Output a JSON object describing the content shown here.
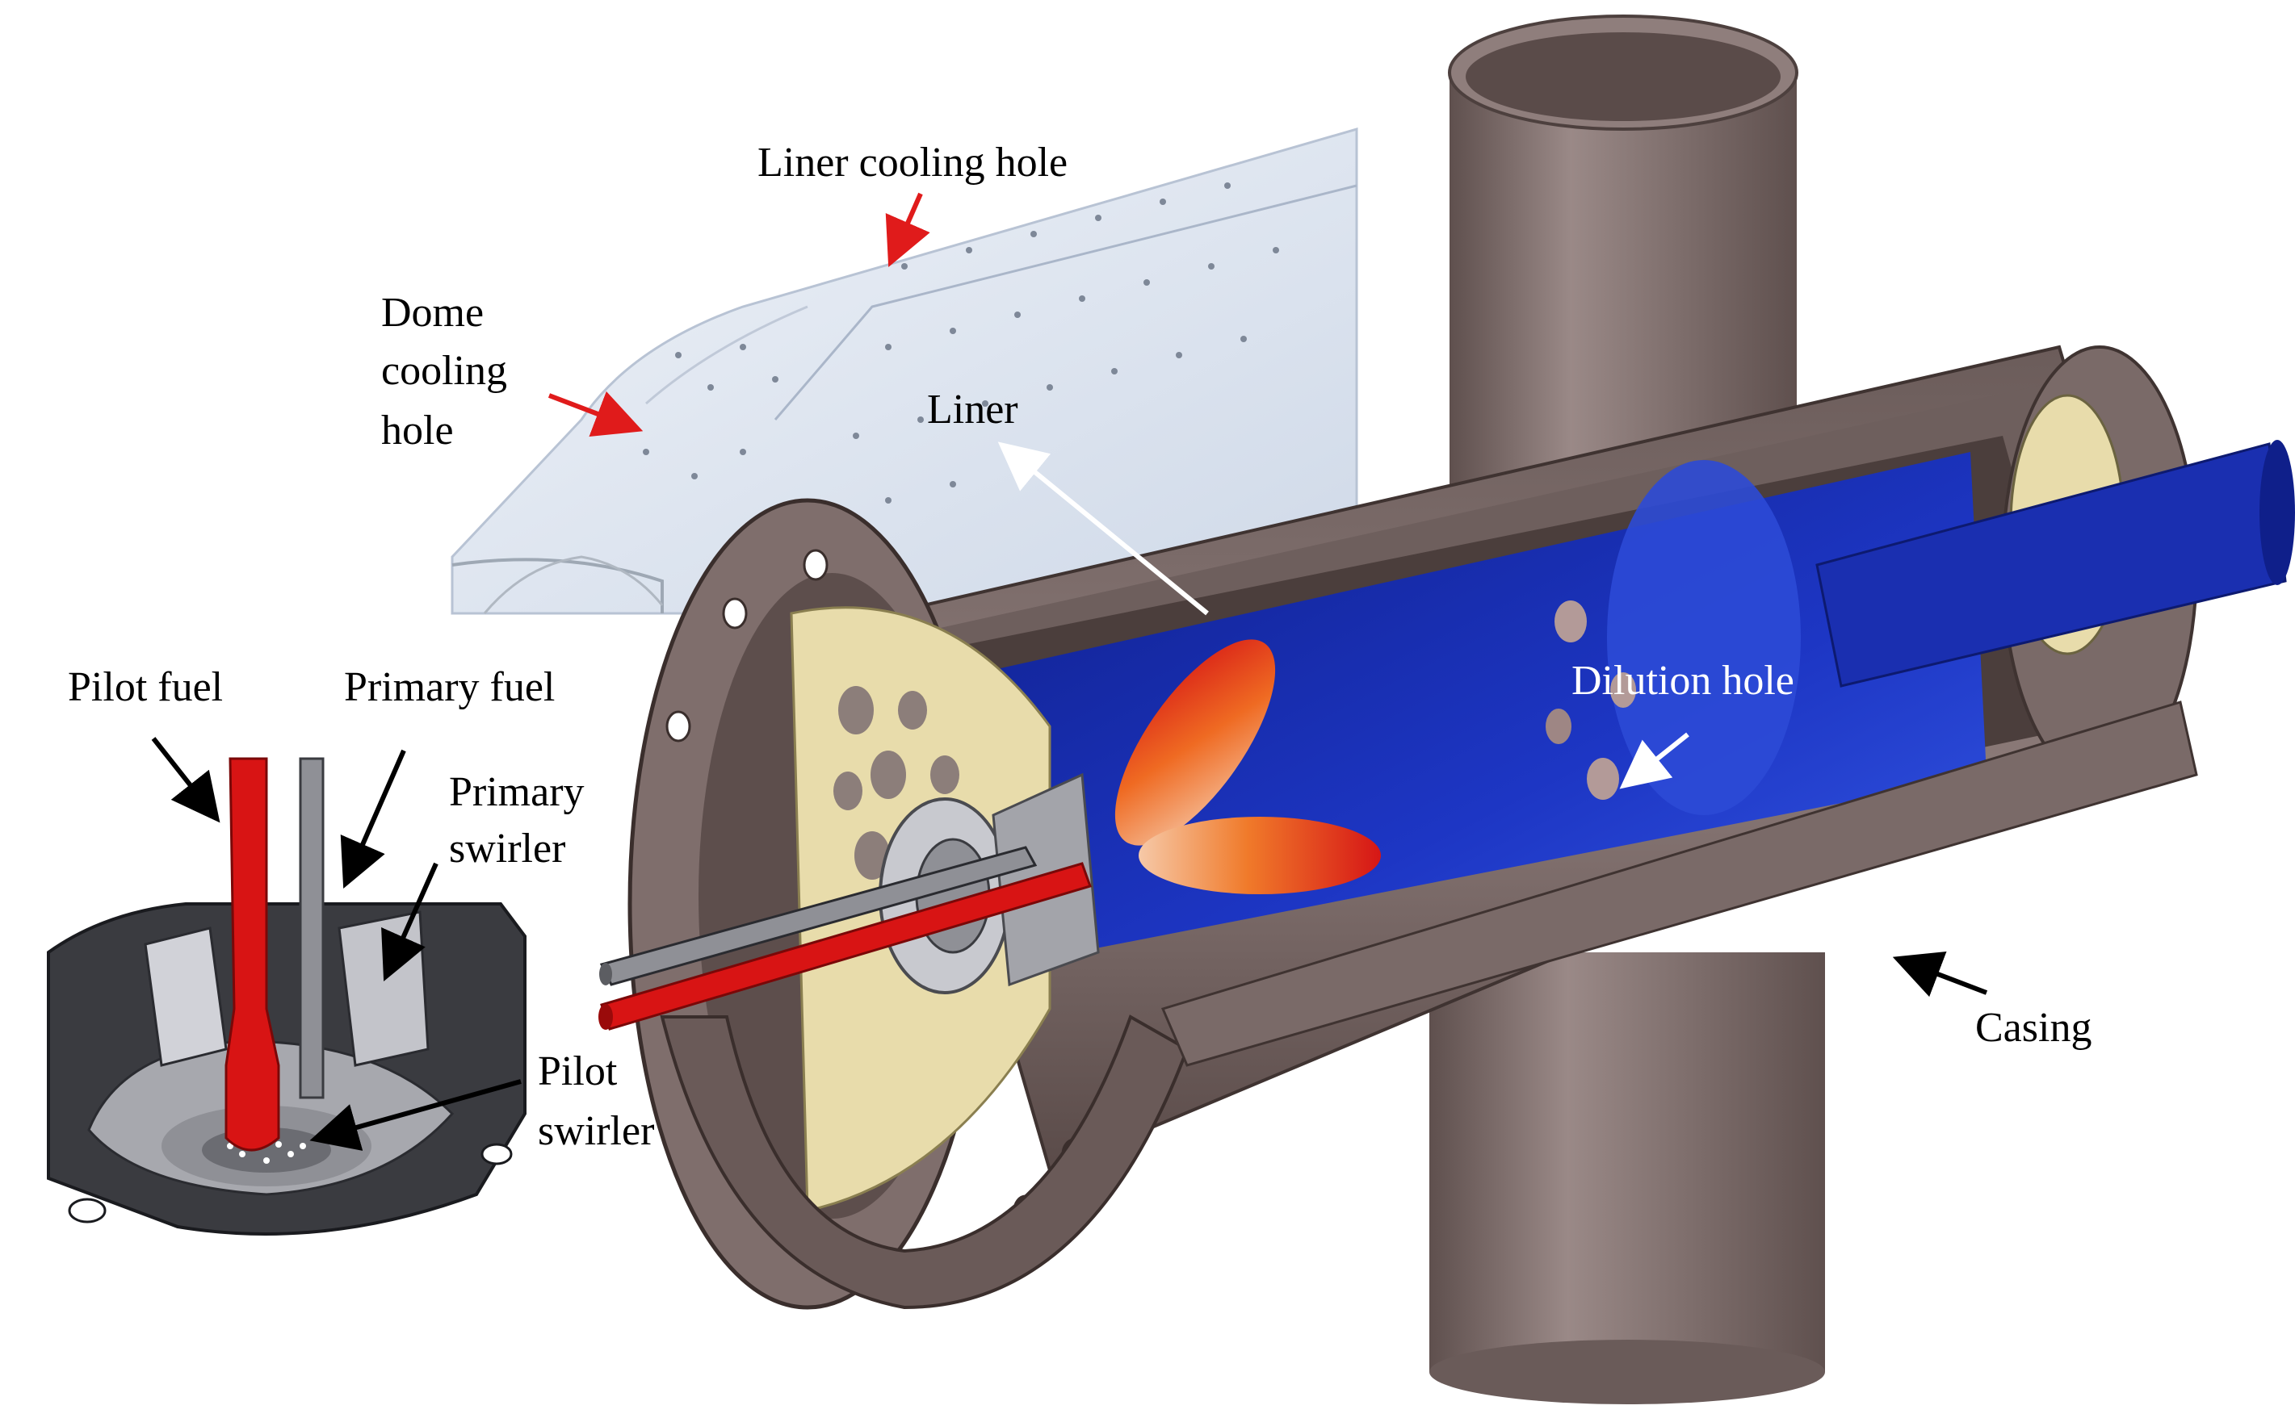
{
  "labels": {
    "liner_cooling_hole": "Liner cooling hole",
    "dome_cooling_hole_1": "Dome",
    "dome_cooling_hole_2": "cooling",
    "dome_cooling_hole_3": "hole",
    "liner": "Liner",
    "pilot_fuel": "Pilot fuel",
    "primary_fuel": "Primary fuel",
    "primary_swirler_1": "Primary",
    "primary_swirler_2": "swirler",
    "pilot_swirler_1": "Pilot",
    "pilot_swirler_2": "swirler",
    "dilution_hole": "Dilution hole",
    "casing": "Casing"
  },
  "colors": {
    "casing": "#7c6b69",
    "casing_dark": "#4f423f",
    "liner": "#1a2fb0",
    "liner_light": "#3a57e0",
    "flame": "#e0301c",
    "pilot_fuel_pipe": "#d81414",
    "gray_part": "#8f9096",
    "brass": "#e8dcab",
    "inset_liner": "#dfe6f1",
    "arrow_red": "#e01b1b",
    "arrow_black": "#000000",
    "arrow_white": "#ffffff"
  }
}
